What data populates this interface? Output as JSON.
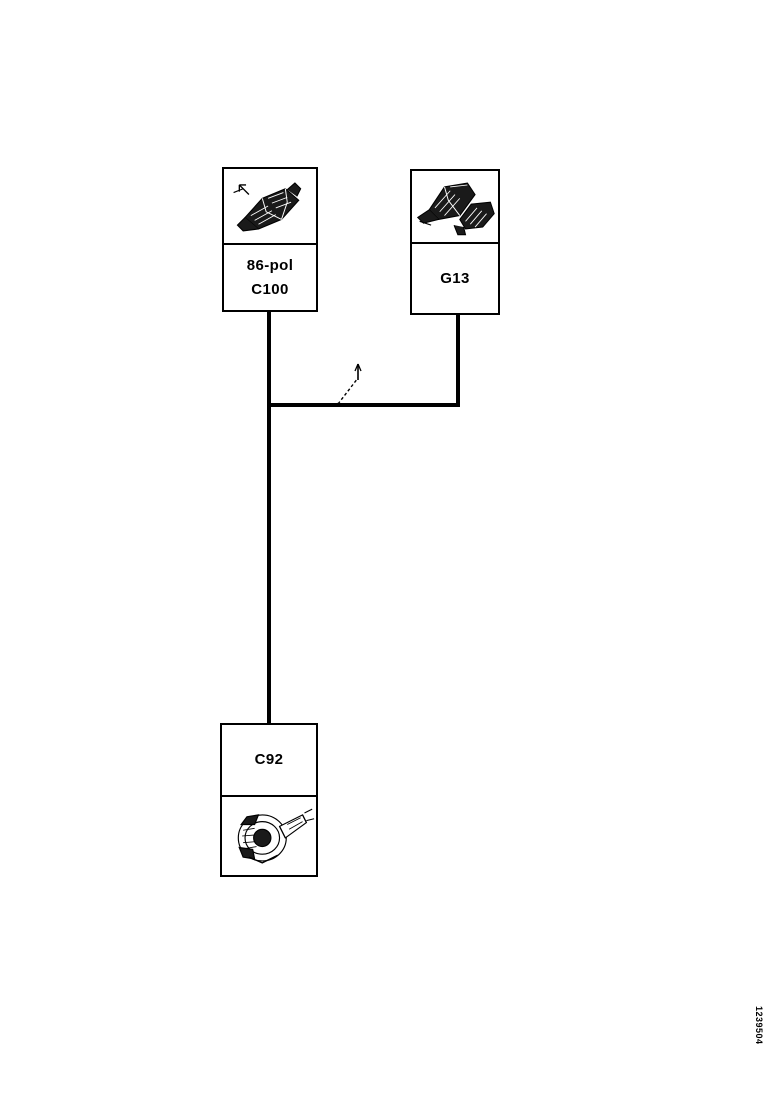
{
  "diagram": {
    "type": "connector-wiring-schematic",
    "background_color": "#ffffff",
    "line_color": "#000000",
    "nodes": [
      {
        "id": "c100",
        "name": "connector-c100",
        "picture_icon": "connector-plug-diagonal-illustration",
        "label_lines": [
          "86-pol",
          "C100"
        ]
      },
      {
        "id": "g13",
        "name": "connector-g13",
        "picture_icon": "dual-connector-pair-illustration",
        "label_lines": [
          "G13"
        ]
      },
      {
        "id": "c92",
        "name": "connector-c92",
        "picture_icon": "round-component-illustration",
        "label_lines": [
          "C92"
        ]
      }
    ],
    "annotation": {
      "name": "leader-arrow-annotation",
      "label": ""
    },
    "reference_number": "1239504"
  }
}
